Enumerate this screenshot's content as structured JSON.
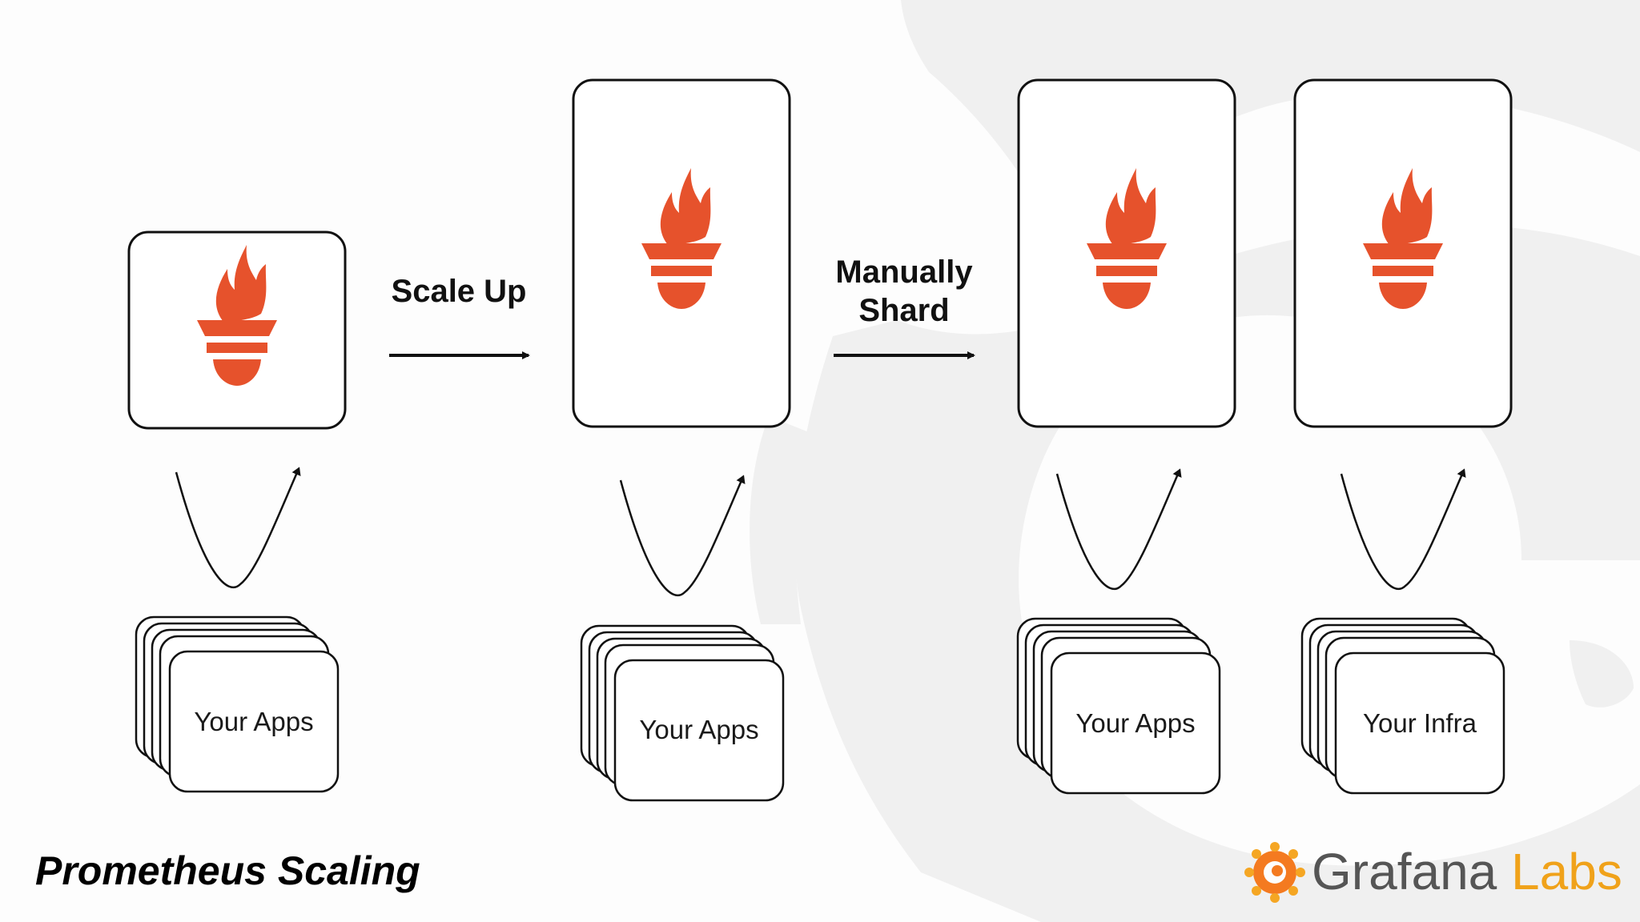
{
  "slide": {
    "title": "Prometheus Scaling",
    "background": "#fdfdfd",
    "watermark_color": "#f0f0f0"
  },
  "arrows": [
    {
      "label_lines": [
        "Scale Up"
      ]
    },
    {
      "label_lines": [
        "Manually",
        "Shard"
      ]
    }
  ],
  "servers": [
    {
      "icon": "prometheus-torch-icon",
      "target_label": "Your Apps"
    },
    {
      "icon": "prometheus-torch-icon",
      "target_label": "Your Apps"
    },
    {
      "icon": "prometheus-torch-icon",
      "target_label": "Your Apps"
    },
    {
      "icon": "prometheus-torch-icon",
      "target_label": "Your Infra"
    }
  ],
  "colors": {
    "prometheus_orange": "#e6522c",
    "outline": "#111111",
    "brand_gray": "#555555",
    "brand_orange": "#f0a21a"
  },
  "brand": {
    "icon": "grafana-logo-icon",
    "name": "Grafana",
    "suffix": "Labs"
  }
}
